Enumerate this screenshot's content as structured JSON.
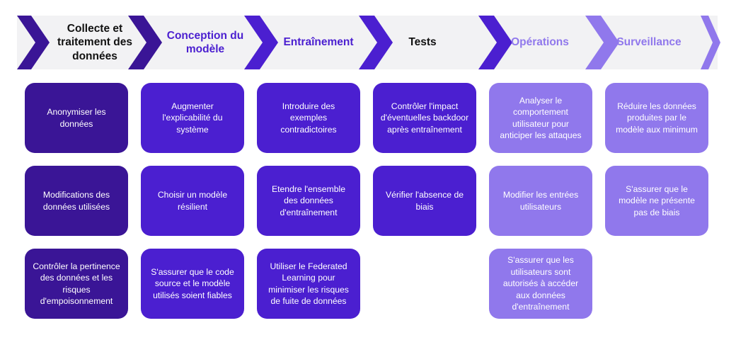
{
  "colors": {
    "band": "#f2f2f4",
    "chevron_dark": "#3a1596",
    "chevron_mid": "#4b1fd0",
    "chevron_light": "#9078ec",
    "label_dark": "#111111",
    "label_mid": "#4b1fd0",
    "label_light": "#9078ec"
  },
  "stages": [
    {
      "label": "Collecte et traitement des données",
      "cards": [
        "Anonymiser les données",
        "Modifications des données utilisées",
        "Contrôler la pertinence des données et les risques d'empoisonnement"
      ]
    },
    {
      "label": "Conception du modèle",
      "cards": [
        "Augmenter l'explicabilité du système",
        "Choisir un modèle résilient",
        "S'assurer que le code source et le modèle utilisés soient fiables"
      ]
    },
    {
      "label": "Entraînement",
      "cards": [
        "Introduire des exemples contradictoires",
        "Etendre l'ensemble des données d'entraînement",
        "Utiliser le Federated Learning pour minimiser les risques de fuite de données"
      ]
    },
    {
      "label": "Tests",
      "cards": [
        "Contrôler l'impact d'éventuelles backdoor après entraînement",
        "Vérifier l'absence de biais"
      ]
    },
    {
      "label": "Opérations",
      "cards": [
        "Analyser le comportement utilisateur pour anticiper les attaques",
        "Modifier les entrées utilisateurs",
        "S'assurer que les utilisateurs sont autorisés à accéder aux données d'entraînement"
      ]
    },
    {
      "label": "Surveillance",
      "cards": [
        "Réduire les données produites par le modèle aux minimum",
        "S'assurer que le modèle ne présente pas de biais"
      ]
    }
  ]
}
